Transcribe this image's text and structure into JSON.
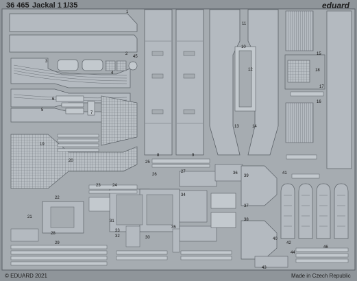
{
  "header": {
    "set_number": "36 465",
    "kit_name": "Jackal 1",
    "scale": "1/35",
    "brand": "eduard"
  },
  "footer": {
    "copyright": "© EDUARD 2021",
    "origin": "Made in Czech Republic"
  },
  "part_numbers": [
    "1",
    "2",
    "3",
    "4",
    "45",
    "5",
    "6",
    "7",
    "8",
    "9",
    "10",
    "11",
    "12",
    "13",
    "14",
    "15",
    "16",
    "17",
    "18",
    "19",
    "20",
    "21",
    "22",
    "23",
    "24",
    "25",
    "26",
    "27",
    "28",
    "29",
    "30",
    "31",
    "32",
    "33",
    "34",
    "35",
    "36",
    "37",
    "38",
    "39",
    "40",
    "41",
    "42",
    "43",
    "44",
    "46"
  ],
  "colors": {
    "background": "#8f959a",
    "metal": "#b4bac0",
    "metal_light": "#c3c9ce",
    "outline": "#5a6066",
    "text": "#1c1c1c"
  }
}
